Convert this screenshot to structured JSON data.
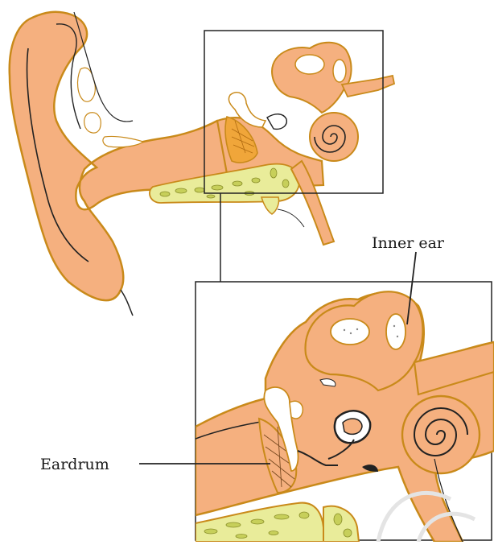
{
  "labels": {
    "inner_ear": "Inner ear",
    "eardrum": "Eardrum"
  },
  "colors": {
    "skin": "#f5b07f",
    "outline": "#c98a1a",
    "bone": "#e9ec9a",
    "eardrum": "#f0a63a",
    "cartilage": "#ffffff",
    "line": "#222222"
  },
  "icons": {
    "outer_ear": "ear-pinna-illustration",
    "cochlea": "spiral-cochlea-illustration",
    "zoom_inset": "magnified-view-frame"
  }
}
